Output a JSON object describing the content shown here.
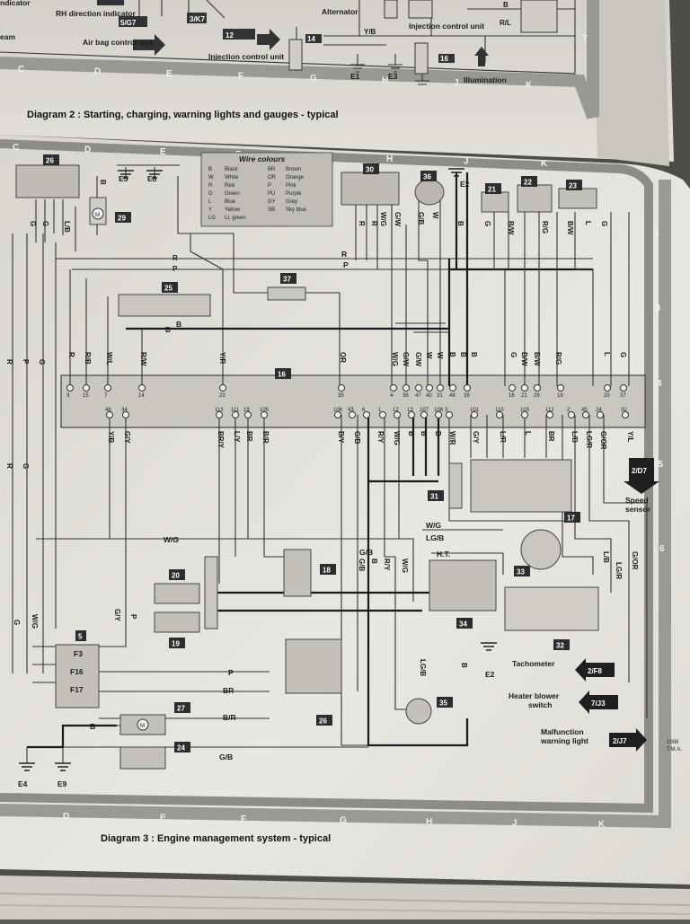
{
  "top_page": {
    "caption": "Diagram 2 : Starting, charging, warning lights and gauges - typical",
    "labels": [
      "ndicator",
      "RH direction indicator",
      "Air bag control unit",
      "eam",
      "Injection control unit",
      "Alternator",
      "Injection control unit",
      "Illumination",
      "Y/B",
      "B",
      "R/L",
      "E1",
      "E3"
    ],
    "badges": [
      "5/G7",
      "3/K7",
      "12",
      "14",
      "16"
    ],
    "grid_letters": [
      "C",
      "D",
      "E",
      "F",
      "G",
      "H",
      "J",
      "K"
    ],
    "row_number": "7"
  },
  "main_page": {
    "caption": "Diagram 3 : Engine management system - typical",
    "grid_letters_top": [
      "C",
      "D",
      "E",
      "F",
      "G",
      "H",
      "J",
      "K"
    ],
    "grid_letters_bottom": [
      "D",
      "E",
      "F",
      "G",
      "H",
      "J",
      "K"
    ],
    "row_numbers": [
      "2",
      "3",
      "4",
      "5",
      "6"
    ]
  },
  "wire_colours": {
    "title": "Wire colours",
    "left": [
      [
        "B",
        "Black"
      ],
      [
        "W",
        "White"
      ],
      [
        "R",
        "Red"
      ],
      [
        "G",
        "Green"
      ],
      [
        "L",
        "Blue"
      ],
      [
        "Y",
        "Yellow"
      ],
      [
        "LG",
        "Lt. green"
      ]
    ],
    "right": [
      [
        "BR",
        "Brown"
      ],
      [
        "OR",
        "Orange"
      ],
      [
        "P",
        "Pink"
      ],
      [
        "PU",
        "Purple"
      ],
      [
        "GY",
        "Grey"
      ],
      [
        "SB",
        "Sky blue"
      ]
    ]
  },
  "components": [
    "26",
    "29",
    "25",
    "37",
    "30",
    "36",
    "21",
    "22",
    "23",
    "16",
    "31",
    "17",
    "18",
    "20",
    "19",
    "33",
    "34",
    "35",
    "32",
    "5",
    "27",
    "24",
    "26"
  ],
  "earths": [
    "E5",
    "E8",
    "E2",
    "E2",
    "E4",
    "E9"
  ],
  "ecu_pins_top": [
    "9",
    "15",
    "7",
    "14",
    "23",
    "35",
    "4",
    "36",
    "47",
    "40",
    "31",
    "48",
    "39",
    "16",
    "21",
    "29",
    "18",
    "20",
    "37"
  ],
  "ecu_pins_bottom": [
    "46",
    "34",
    "113",
    "111",
    "19",
    "105",
    "106",
    "43",
    "6",
    "1",
    "12",
    "13",
    "107",
    "108",
    "3",
    "101",
    "110",
    "103",
    "112",
    "2",
    "45",
    "24",
    "32"
  ],
  "wire_labels_top": [
    "R",
    "P",
    "B",
    "B",
    "R",
    "R",
    "G",
    "G",
    "L/B",
    "G/W",
    "W/G",
    "W",
    "G/B",
    "B",
    "G",
    "B/W",
    "R/G",
    "B/W",
    "L",
    "G"
  ],
  "wire_labels_mid": [
    "R",
    "R/B",
    "W/L",
    "R/W",
    "Y/R",
    "OR",
    "W/G",
    "G/W",
    "G/W",
    "W",
    "W",
    "B",
    "B",
    "B",
    "G",
    "B/W",
    "B/W",
    "R/G",
    "L",
    "G"
  ],
  "wire_labels_low": [
    "Y/B",
    "G/Y",
    "BR/Y",
    "L/Y",
    "BR",
    "B/R",
    "B/Y",
    "G/B",
    "R/Y",
    "W/G",
    "B",
    "B",
    "B",
    "W/R",
    "G/Y",
    "L/R",
    "L",
    "BR",
    "L/B",
    "LG/R",
    "G/OR",
    "Y/L"
  ],
  "left_bus": [
    "R",
    "P",
    "G",
    "G",
    "R"
  ],
  "horiz_wires": [
    "R",
    "P",
    "B",
    "W/G",
    "W/G",
    "LG/B",
    "H.T.",
    "P",
    "BR",
    "B/R",
    "G/B",
    "B",
    "G/B"
  ],
  "right_wires": [
    "G/OR",
    "LG/R",
    "L/B"
  ],
  "vertical_wires_low": [
    "G/B",
    "B",
    "R/Y",
    "W/G",
    "LG/B",
    "B",
    "W/G",
    "G/Y",
    "P",
    "G"
  ],
  "outputs": [
    {
      "label": "Speed sensor",
      "ref": "2/D7"
    },
    {
      "label": "Tachometer",
      "ref": "2/F8"
    },
    {
      "label": "Heater blower switch",
      "ref": "7/J3"
    },
    {
      "label": "Malfunction warning light",
      "ref": "2/J7"
    }
  ],
  "relay_labels": [
    "F3",
    "F16",
    "F17"
  ],
  "motor_label": "M",
  "edge_text": [
    "1998",
    "T.M.A."
  ]
}
